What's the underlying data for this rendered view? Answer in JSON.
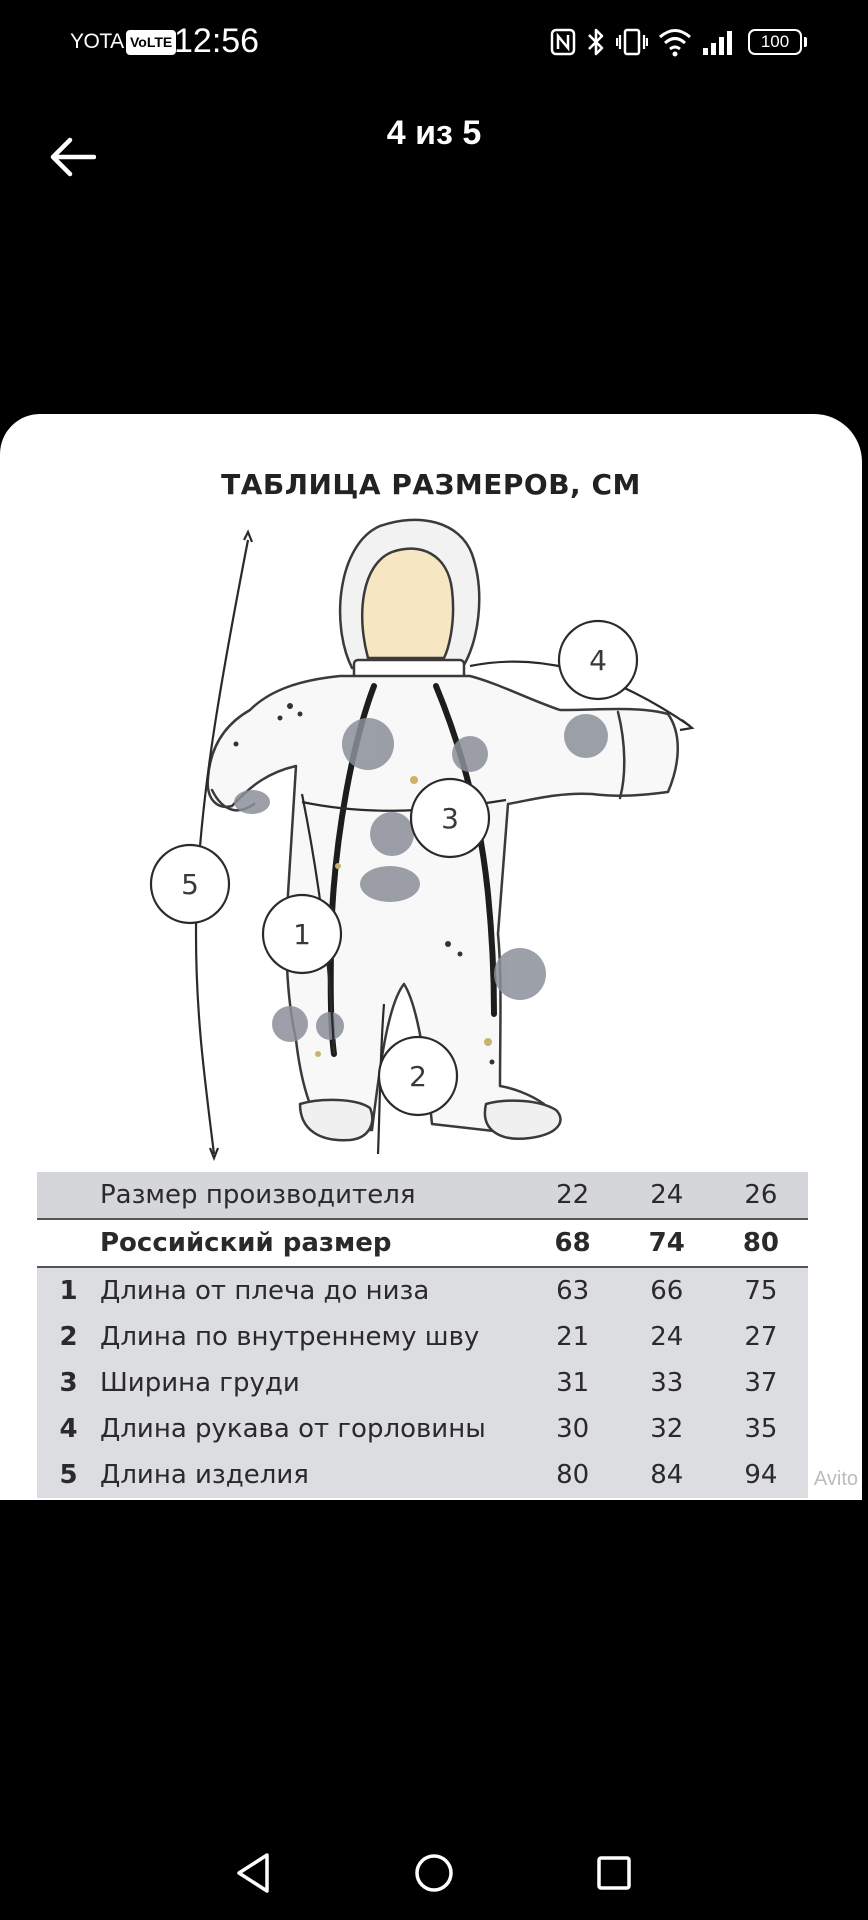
{
  "status_bar": {
    "carrier": "YOTA",
    "volte": "VoLTE",
    "time": "12:56",
    "battery": "100"
  },
  "header": {
    "page_counter": "4 из 5"
  },
  "photo": {
    "title": "ТАБЛИЦА РАЗМЕРОВ, СМ",
    "callouts": [
      "1",
      "2",
      "3",
      "4",
      "5"
    ],
    "table": {
      "header": {
        "label": "Размер производителя",
        "values": [
          "22",
          "24",
          "26"
        ]
      },
      "russian": {
        "label": "Российский размер",
        "values": [
          "68",
          "74",
          "80"
        ]
      },
      "rows": [
        {
          "num": "1",
          "label": "Длина от плеча до низа",
          "values": [
            "63",
            "66",
            "75"
          ]
        },
        {
          "num": "2",
          "label": "Длина по внутреннему шву",
          "values": [
            "21",
            "24",
            "27"
          ]
        },
        {
          "num": "3",
          "label": "Ширина груди",
          "values": [
            "31",
            "33",
            "37"
          ]
        },
        {
          "num": "4",
          "label": "Длина рукава от горловины",
          "values": [
            "30",
            "32",
            "35"
          ]
        },
        {
          "num": "5",
          "label": "Длина изделия",
          "values": [
            "80",
            "84",
            "94"
          ]
        }
      ]
    },
    "watermark": "Avito"
  },
  "icons": {
    "back": "arrow-left-icon",
    "nav_back": "triangle-back-icon",
    "nav_home": "circle-home-icon",
    "nav_recent": "square-recent-icon"
  }
}
